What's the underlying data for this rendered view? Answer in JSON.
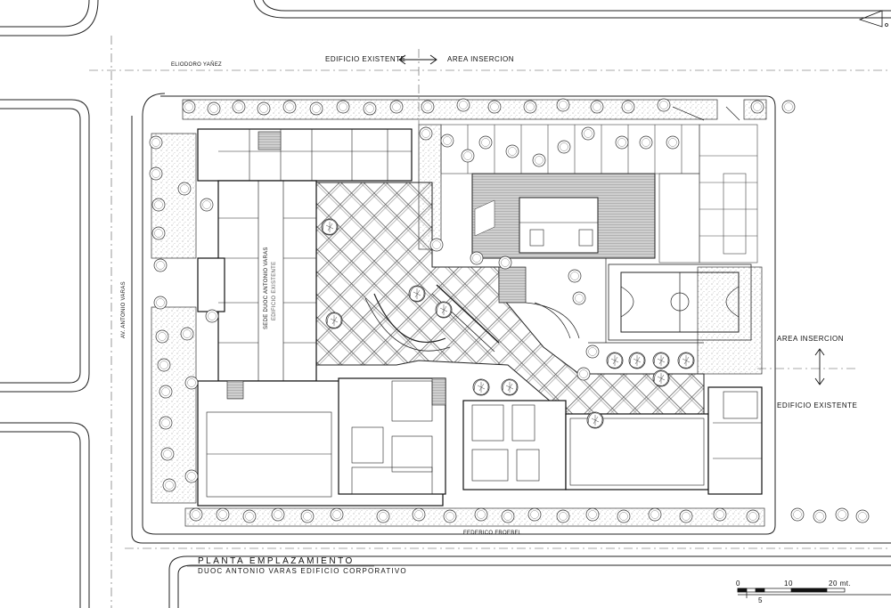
{
  "plan": {
    "title": "PLANTA EMPLAZAMIENTO",
    "subtitle": "DUOC ANTONIO VARAS EDIFICIO CORPORATIVO"
  },
  "labels": {
    "top_existing": "EDIFICIO EXISTENTE",
    "top_insertion": "AREA INSERCION",
    "right_insertion": "AREA INSERCION",
    "right_existing": "EDIFICIO EXISTENTE",
    "building_name": "SEDE DUOC ANTONIO VARAS",
    "building_sub": "EDIFICIO EXISTENTE"
  },
  "streets": {
    "top": "ELIODORO YAÑEZ",
    "left": "AV. ANTONIO VARAS",
    "bottom": "FEDERICO FROEBEL"
  },
  "scale": {
    "ticks": [
      "0",
      "10",
      "20 mt."
    ],
    "minor": "5"
  },
  "colors": {
    "line": "#222222",
    "gray_fill": "#c8c8c8",
    "hatch": "#555555"
  },
  "icons": {
    "north": "north-arrow-icon",
    "tree": "tree-icon"
  }
}
